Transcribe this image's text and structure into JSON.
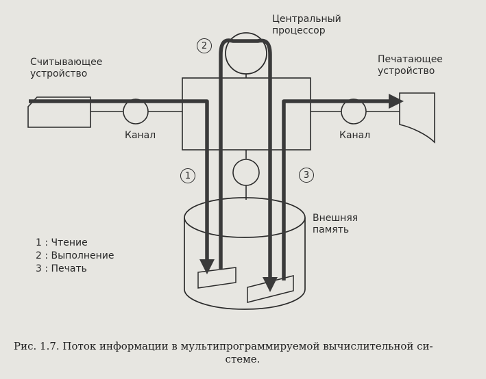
{
  "labels": {
    "cpu": [
      "Центральный",
      "процессор"
    ],
    "reader": [
      "Считывающее",
      "устройство"
    ],
    "printer": [
      "Печатающее",
      "устройство"
    ],
    "channel_left": "Канал",
    "channel_right": "Канал",
    "memory": [
      "Внешняя",
      "память"
    ]
  },
  "markers": {
    "m1": "1",
    "m2": "2",
    "m3": "3"
  },
  "legend": [
    "1 : Чтение",
    "2 : Выполнение",
    "3 : Печать"
  ],
  "caption": {
    "line1": "Рис. 1.7. Поток информации в мультипрограммируемой вычислительной си-",
    "line2": "стеме."
  },
  "colors": {
    "line": "#2b2b2b",
    "flow": "#3a3a3a",
    "background": "#e7e6e1"
  }
}
